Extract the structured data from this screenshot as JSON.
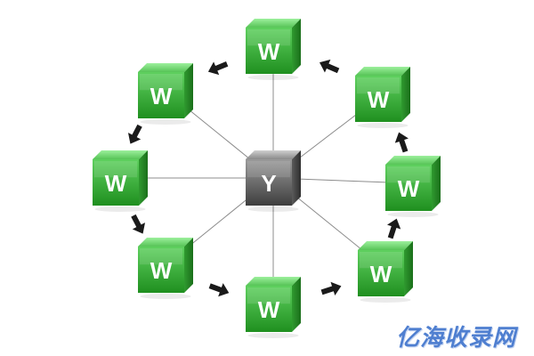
{
  "center_node": {
    "letter": "Y",
    "color": "#6e6e6e"
  },
  "outer_nodes": [
    {
      "id": "top",
      "letter": "W"
    },
    {
      "id": "upper-right",
      "letter": "W"
    },
    {
      "id": "right",
      "letter": "W"
    },
    {
      "id": "lower-right",
      "letter": "W"
    },
    {
      "id": "bottom",
      "letter": "W"
    },
    {
      "id": "lower-left",
      "letter": "W"
    },
    {
      "id": "left",
      "letter": "W"
    },
    {
      "id": "upper-left",
      "letter": "W"
    }
  ],
  "outer_node_color": "#2fa82f",
  "arrow_color": "#1a1a1a",
  "cycle_direction": "counter-clockwise",
  "watermark": {
    "text": "亿海收录网",
    "color": "#4f7fd0"
  }
}
